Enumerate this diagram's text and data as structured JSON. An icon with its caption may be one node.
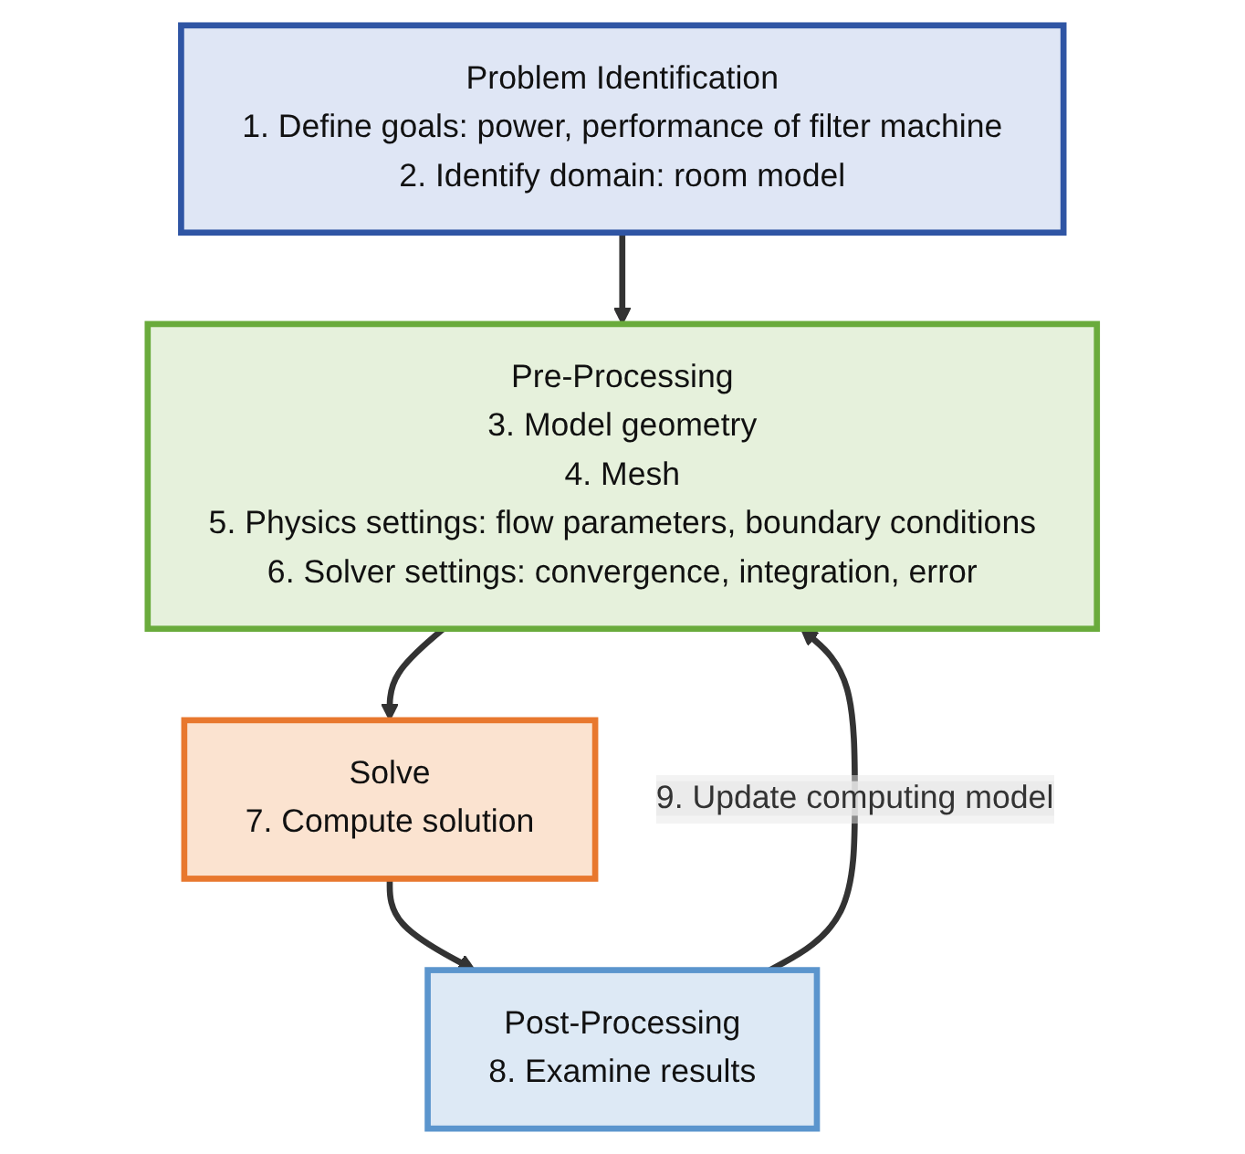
{
  "diagram": {
    "nodes": [
      {
        "text": [
          "Problem Identification",
          "1. Define goals: power, performance of filter machine",
          "2. Identify domain: room model"
        ]
      },
      {
        "text": [
          "Pre-Processing",
          "3. Model geometry",
          "4. Mesh",
          "5. Physics settings: flow parameters, boundary conditions",
          "6. Solver settings: convergence, integration, error"
        ]
      },
      {
        "text": [
          "Solve",
          "7. Compute solution"
        ]
      },
      {
        "text": [
          "Post-Processing",
          "8. Examine results"
        ]
      }
    ],
    "edges": [
      {
        "from": 0,
        "to": 1,
        "arrow": "to"
      },
      {
        "from": 1,
        "to": 2,
        "arrow": "to"
      },
      {
        "from": 2,
        "to": 3,
        "arrow": "to"
      },
      {
        "from": 3,
        "to": 1,
        "arrow": "to",
        "label": "9. Update computing model"
      }
    ]
  }
}
